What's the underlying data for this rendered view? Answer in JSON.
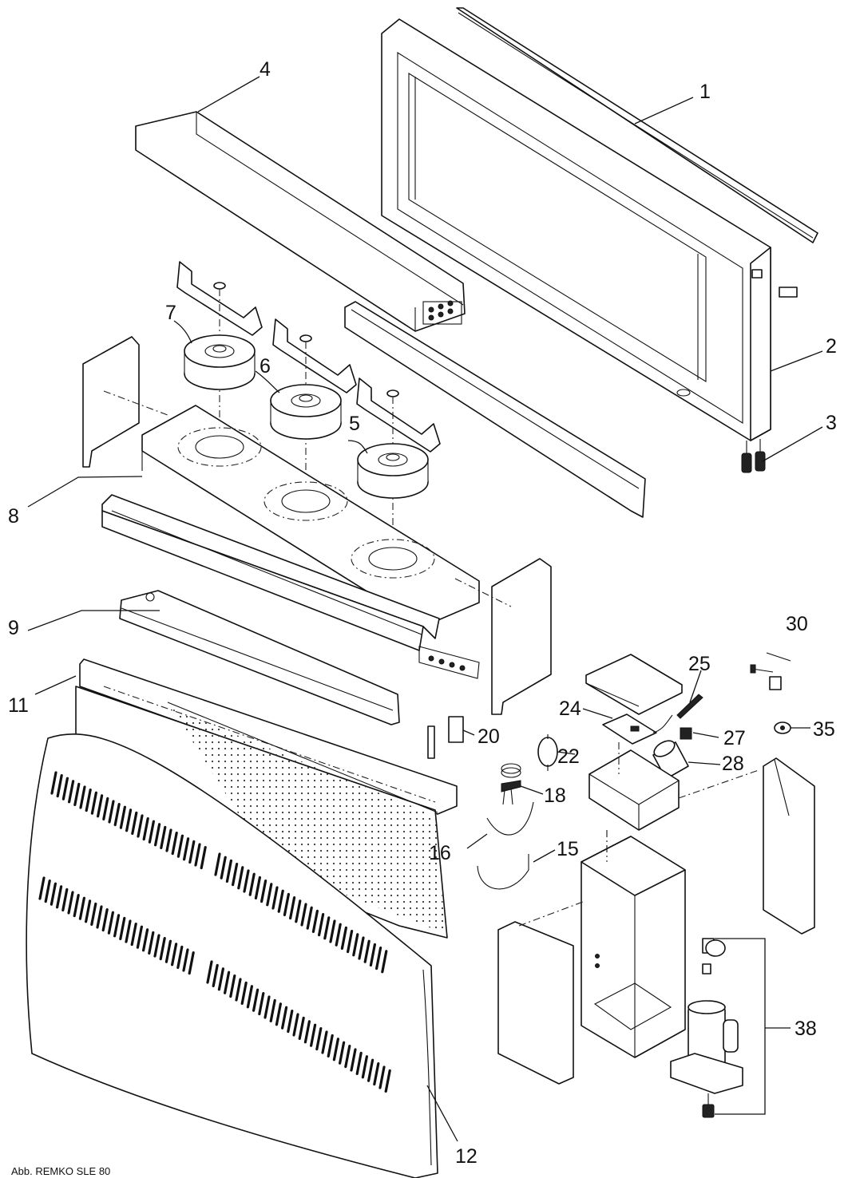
{
  "callouts": {
    "c1": "1",
    "c2": "2",
    "c3": "3",
    "c4": "4",
    "c5": "5",
    "c6": "6",
    "c7": "7",
    "c8": "8",
    "c9": "9",
    "c11": "11",
    "c12": "12",
    "c15": "15",
    "c16": "16",
    "c18": "18",
    "c20": "20",
    "c22": "22",
    "c24": "24",
    "c25": "25",
    "c27": "27",
    "c28": "28",
    "c30": "30",
    "c35": "35",
    "c38": "38"
  },
  "caption": "Abb. REMKO SLE 80"
}
